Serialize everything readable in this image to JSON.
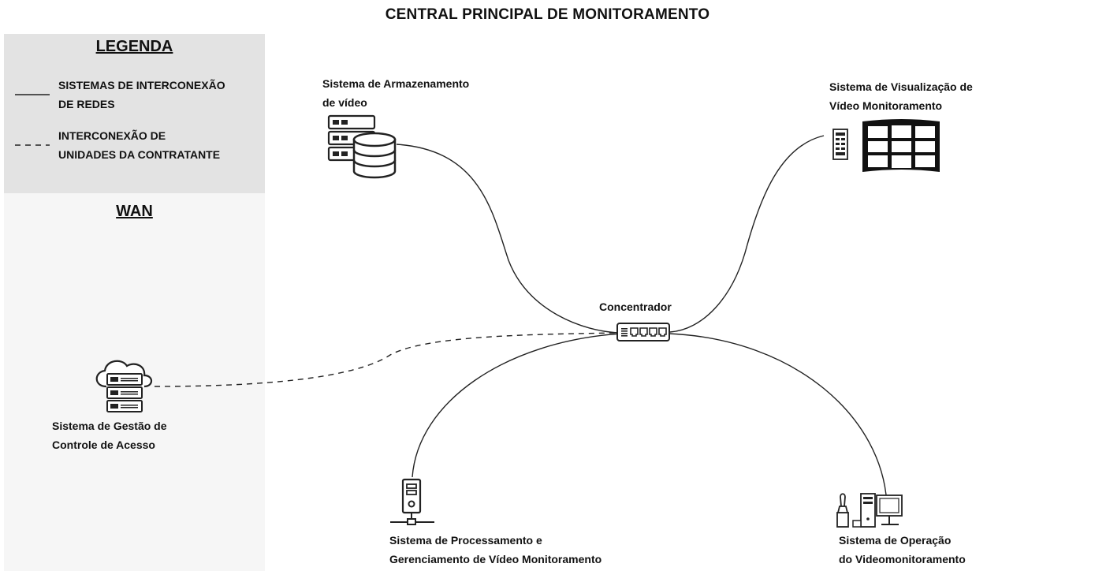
{
  "title": "CENTRAL PRINCIPAL DE MONITORAMENTO",
  "legend": {
    "title": "LEGENDA",
    "items": [
      {
        "style": "solid",
        "line1": "SISTEMAS DE INTERCONEXÃO",
        "line2": "DE REDES"
      },
      {
        "style": "dashed",
        "line1": "INTERCONEXÃO DE",
        "line2": "UNIDADES DA CONTRATANTE"
      }
    ]
  },
  "wan": {
    "title": "WAN"
  },
  "nodes": {
    "storage": {
      "line1": "Sistema de Armazenamento",
      "line2": "de vídeo",
      "icon": "server-database-icon"
    },
    "visualization": {
      "line1": "Sistema de Visualização de",
      "line2": "Vídeo Monitoramento",
      "icon": "video-wall-icon"
    },
    "concentrator": {
      "line1": "Concentrador",
      "icon": "network-switch-icon"
    },
    "access_control": {
      "line1": "Sistema de Gestão de",
      "line2": "Controle de Acesso",
      "icon": "cloud-server-icon"
    },
    "processing": {
      "line1": "Sistema de Processamento e",
      "line2": "Gerenciamento de Vídeo Monitoramento",
      "icon": "network-tower-pc-icon"
    },
    "operation": {
      "line1": "Sistema de Operação",
      "line2": "do Videomonitoramento",
      "icon": "workstation-joystick-icon"
    }
  },
  "colors": {
    "line": "#222222",
    "legend_bg": "#e3e3e3",
    "wan_bg": "#f6f6f6"
  }
}
